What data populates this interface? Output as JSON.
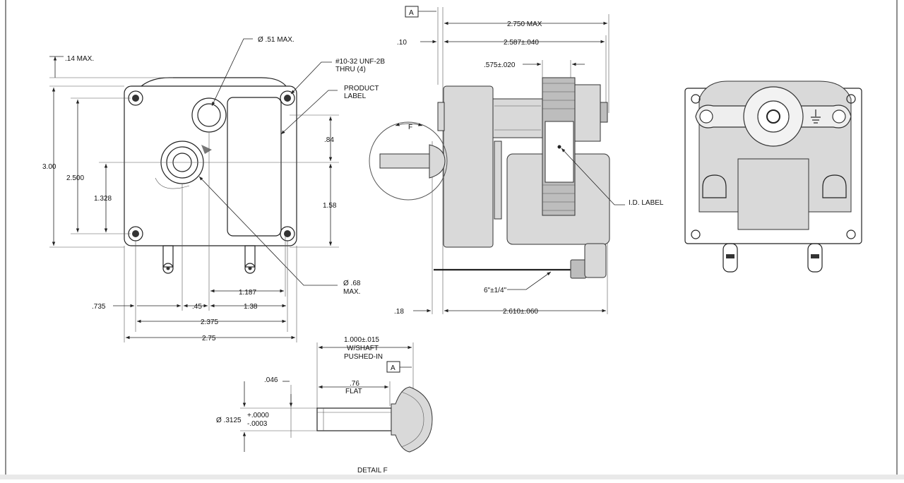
{
  "front_view": {
    "dim_top_offset": ".14 MAX.",
    "shaft_dia_top": "Ø .51 MAX.",
    "screw_note_line1": "#10-32 UNF-2B",
    "screw_note_line2": "THRU (4)",
    "label_note_line1": "PRODUCT",
    "label_note_line2": "LABEL",
    "height_total": "3.00",
    "height_holes": "2.500",
    "height_shaft": "1.328",
    "dim_084": ".84",
    "dim_158": "1.58",
    "shaft_dia_main": "Ø .68",
    "shaft_dia_main_max": "MAX.",
    "dim_1187": "1.187",
    "dim_0735": ".735",
    "dim_045": ".45",
    "dim_138": "1.38",
    "dim_2375": "2.375",
    "dim_275": "2.75"
  },
  "side_view": {
    "datum_a": "A",
    "dim_2750": "2.750 MAX",
    "dim_010": ".10",
    "dim_2587": "2.587±.040",
    "dim_0575": ".575±.020",
    "detail_marker": "F",
    "id_label": "I.D. LABEL",
    "lead_length": "6\"±1/4\"",
    "dim_018": ".18",
    "dim_2610": "2.610±.060"
  },
  "detail_view": {
    "dim_1000_line1": "1.000±.015",
    "dim_1000_line2": "W/SHAFT",
    "dim_1000_line3": "PUSHED-IN",
    "datum_a": "A",
    "dim_0046": ".046",
    "dim_076_line1": ".76",
    "dim_076_line2": "FLAT",
    "shaft_dia": "Ø .3125",
    "tol_plus": "+.0000",
    "tol_minus": "-.0003",
    "detail_title": "DETAIL F"
  }
}
